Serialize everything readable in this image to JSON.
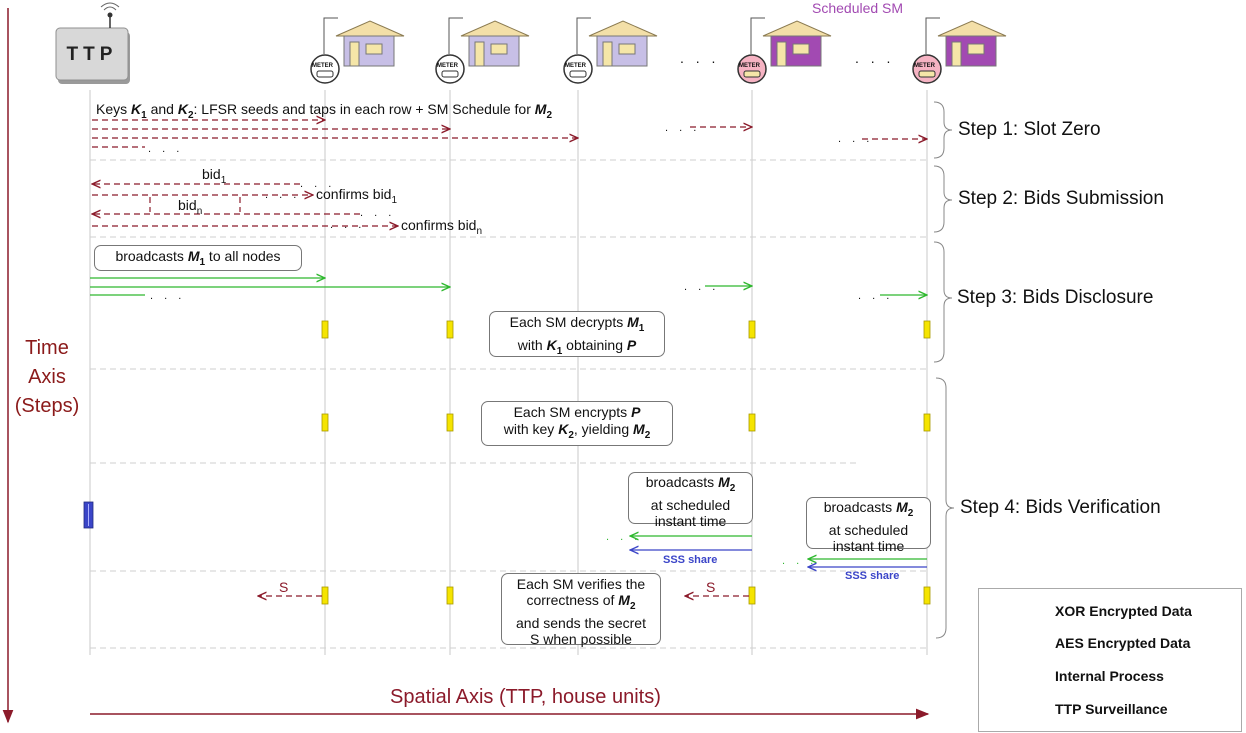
{
  "ttp_label": "TTP",
  "meter_label": "METER",
  "scheduled_sm_label": "Scheduled SM",
  "ellipsis": ". . .",
  "step1": {
    "keys_text": "Keys K1 and K2: LFSR seeds and taps in each row + SM Schedule for M2",
    "label": "Step 1: Slot Zero"
  },
  "step2": {
    "bid1": "bid1",
    "confirms_bid1": "confirms bid1",
    "bidn": "bidn",
    "confirms_bidn": "confirms bidn",
    "label": "Step 2: Bids Submission"
  },
  "step3": {
    "broadcasts_m1": "broadcasts M1 to all nodes",
    "decrypt_box": "Each SM decrypts M1 with K1 obtaining P",
    "label": "Step 3: Bids Disclosure"
  },
  "step4": {
    "encrypt_box": "Each SM encrypts P with key K2, yielding M2",
    "broadcast_box": "broadcasts M2 at scheduled instant time",
    "sss_share": "SSS share",
    "s_label": "S",
    "verify_box": "Each SM verifies the correctness of M2 and sends the secret S when possible",
    "label": "Step 4: Bids Verification"
  },
  "time_axis": "Time Axis (Steps)",
  "spatial_axis": "Spatial Axis (TTP, house units)",
  "legend": {
    "xor": "XOR Encrypted Data",
    "aes": "AES Encrypted Data",
    "internal": "Internal Process",
    "surveillance": "TTP Surveillance"
  },
  "colors": {
    "xor": "#2eb82e",
    "aes": "#8b1a2a",
    "internal": "#f5e400",
    "surveillance": "#3b45c8",
    "scheduled_sm": "#a24ab2"
  }
}
